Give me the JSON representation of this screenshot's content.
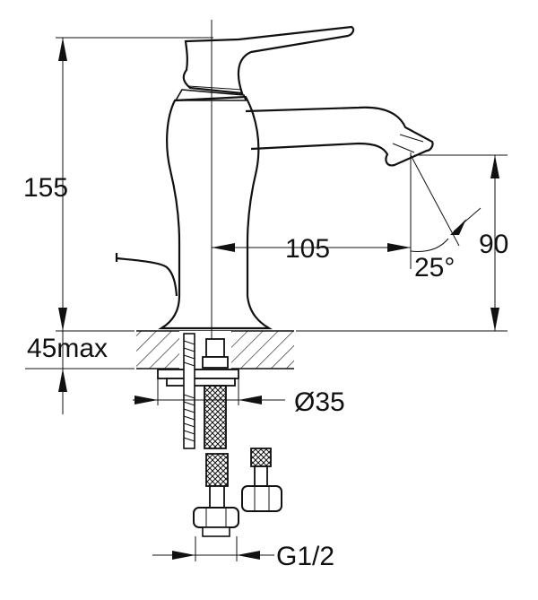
{
  "dimensions": {
    "height_total": "155",
    "spout_reach": "105",
    "spout_height": "90",
    "spout_angle": "25°",
    "deck_thickness": "45max",
    "base_diameter": "Ø35",
    "hose_thread": "G1/2"
  }
}
